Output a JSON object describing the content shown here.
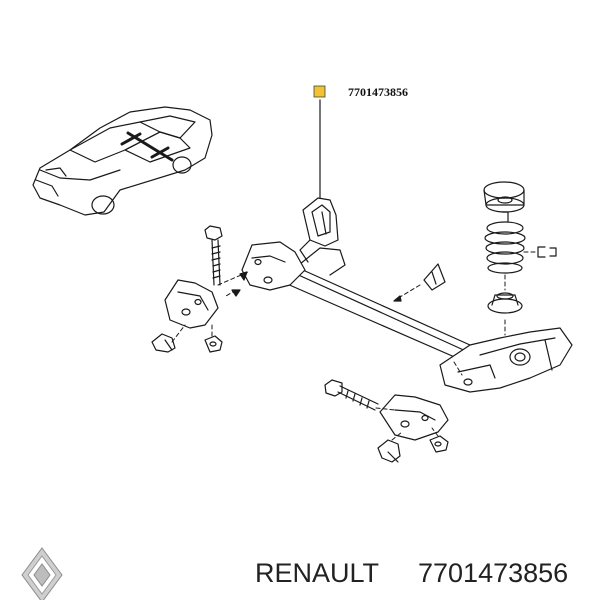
{
  "diagram": {
    "callout": {
      "part_number": "7701473856",
      "marker_color": "#f1c232"
    },
    "footer": {
      "brand": "RENAULT",
      "part_number": "7701473856"
    }
  },
  "colors": {
    "line": "#1a1a1a",
    "fill": "#ffffff",
    "accent": "#f1c232"
  },
  "icons": [
    "renault-logo-icon"
  ]
}
